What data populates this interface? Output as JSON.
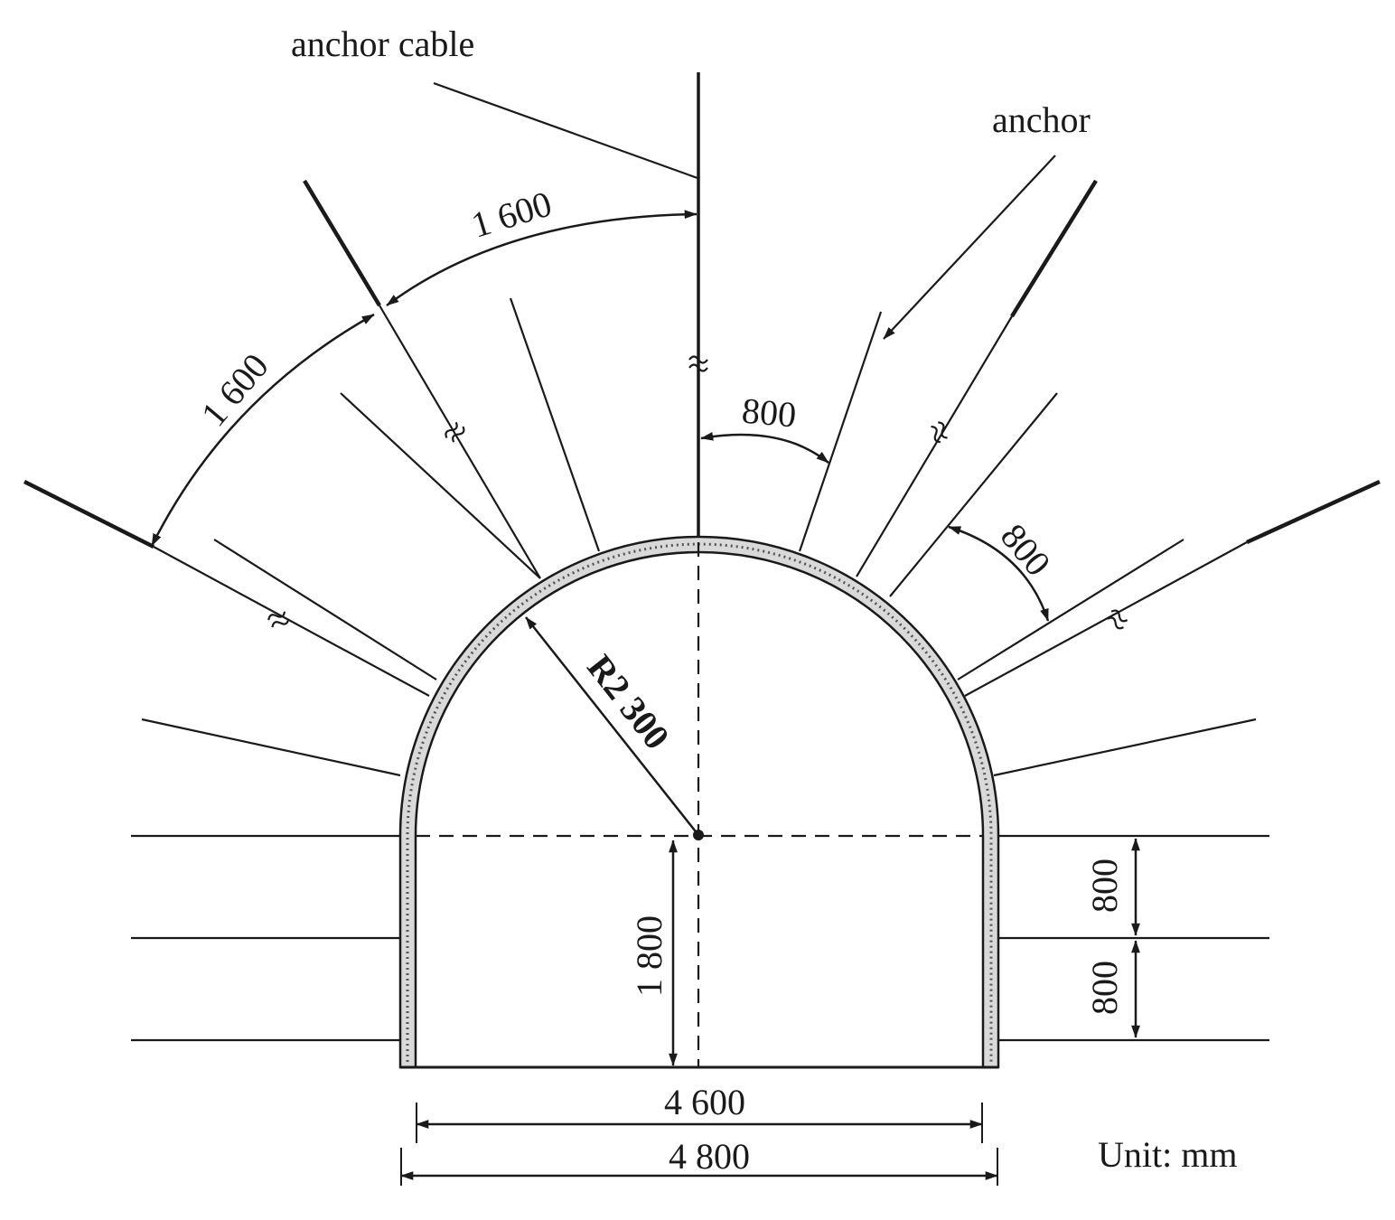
{
  "labels": {
    "anchor_cable": "anchor cable",
    "anchor": "anchor",
    "unit": "Unit: mm"
  },
  "dimensions": {
    "cable_spacing_upper": "1 600",
    "cable_spacing_lower": "1 600",
    "anchor_angle_top": "800",
    "anchor_angle_right": "800",
    "radius": "R2 300",
    "wall_height": "1 800",
    "wall_spacing_upper": "800",
    "wall_spacing_lower": "800",
    "inner_width": "4 600",
    "outer_width": "4 800"
  },
  "colors": {
    "line": "#1a1a1a",
    "lining_fill": "#d9d9d9"
  }
}
